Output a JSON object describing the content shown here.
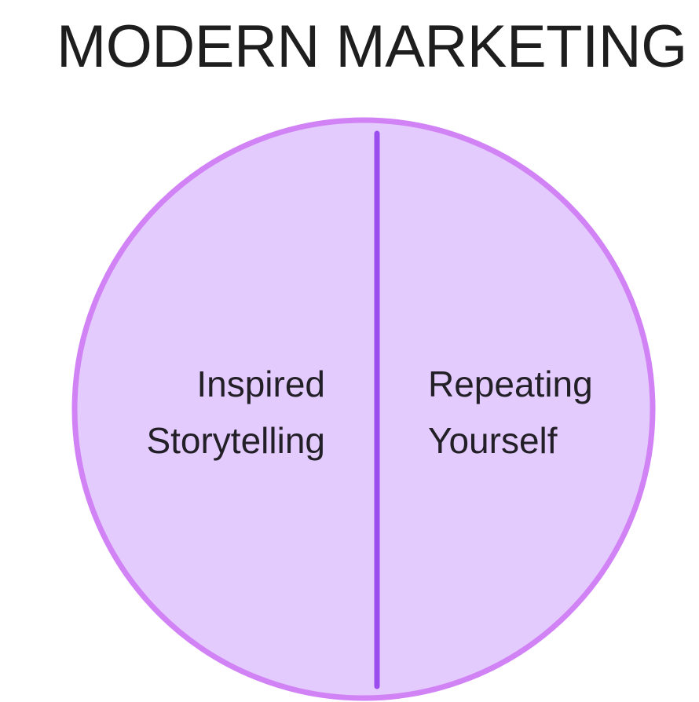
{
  "title": "MODERN MARKETING",
  "colors": {
    "circle_fill": "#e4cbfd",
    "circle_stroke": "#d183f6",
    "divider": "#9b4df0",
    "text": "#221f26",
    "title": "#1e1e1e"
  },
  "halves": {
    "left": {
      "line1": "Inspired",
      "line2": "Storytelling"
    },
    "right": {
      "line1": "Repeating",
      "line2": "Yourself"
    }
  }
}
